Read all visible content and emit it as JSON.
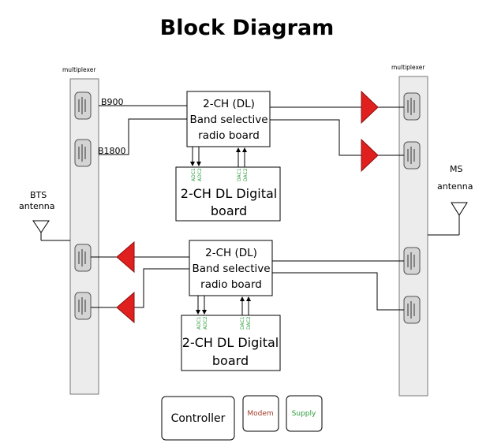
{
  "title": "Block Diagram",
  "multiplexer_left": {
    "label": "multiplexer"
  },
  "multiplexer_right": {
    "label": "multiplexer"
  },
  "bts_antenna": {
    "line1": "BTS",
    "line2": "antenna"
  },
  "ms_antenna": {
    "line1": "MS",
    "line2": "antenna"
  },
  "band_labels": {
    "b900": "B900",
    "b1800": "B1800"
  },
  "radio_board_top": {
    "line1": "2-CH (DL)",
    "line2": "Band selective",
    "line3": "radio board"
  },
  "radio_board_bottom": {
    "line1": "2-CH (DL)",
    "line2": "Band selective",
    "line3": "radio board"
  },
  "digital_board_top": {
    "line1": "2-CH DL Digital",
    "line2": "board",
    "adc1": "ADC1",
    "adc2": "ADC2",
    "dac1": "DAC1",
    "dac2": "DAC2"
  },
  "digital_board_bottom": {
    "line1": "2-CH DL Digital",
    "line2": "board",
    "adc1": "ADC1",
    "adc2": "ADC2",
    "dac1": "DAC1",
    "dac2": "DAC2"
  },
  "controller": {
    "label": "Controller"
  },
  "modem": {
    "label": "Modem"
  },
  "supply": {
    "label": "Supply"
  },
  "colors": {
    "amplifier": "#e0201e",
    "filter_fill": "#d4d4d4",
    "adc_text": "#2a9d3a",
    "modem_text": "#a33a2a",
    "supply_text": "#2a9d3a"
  }
}
